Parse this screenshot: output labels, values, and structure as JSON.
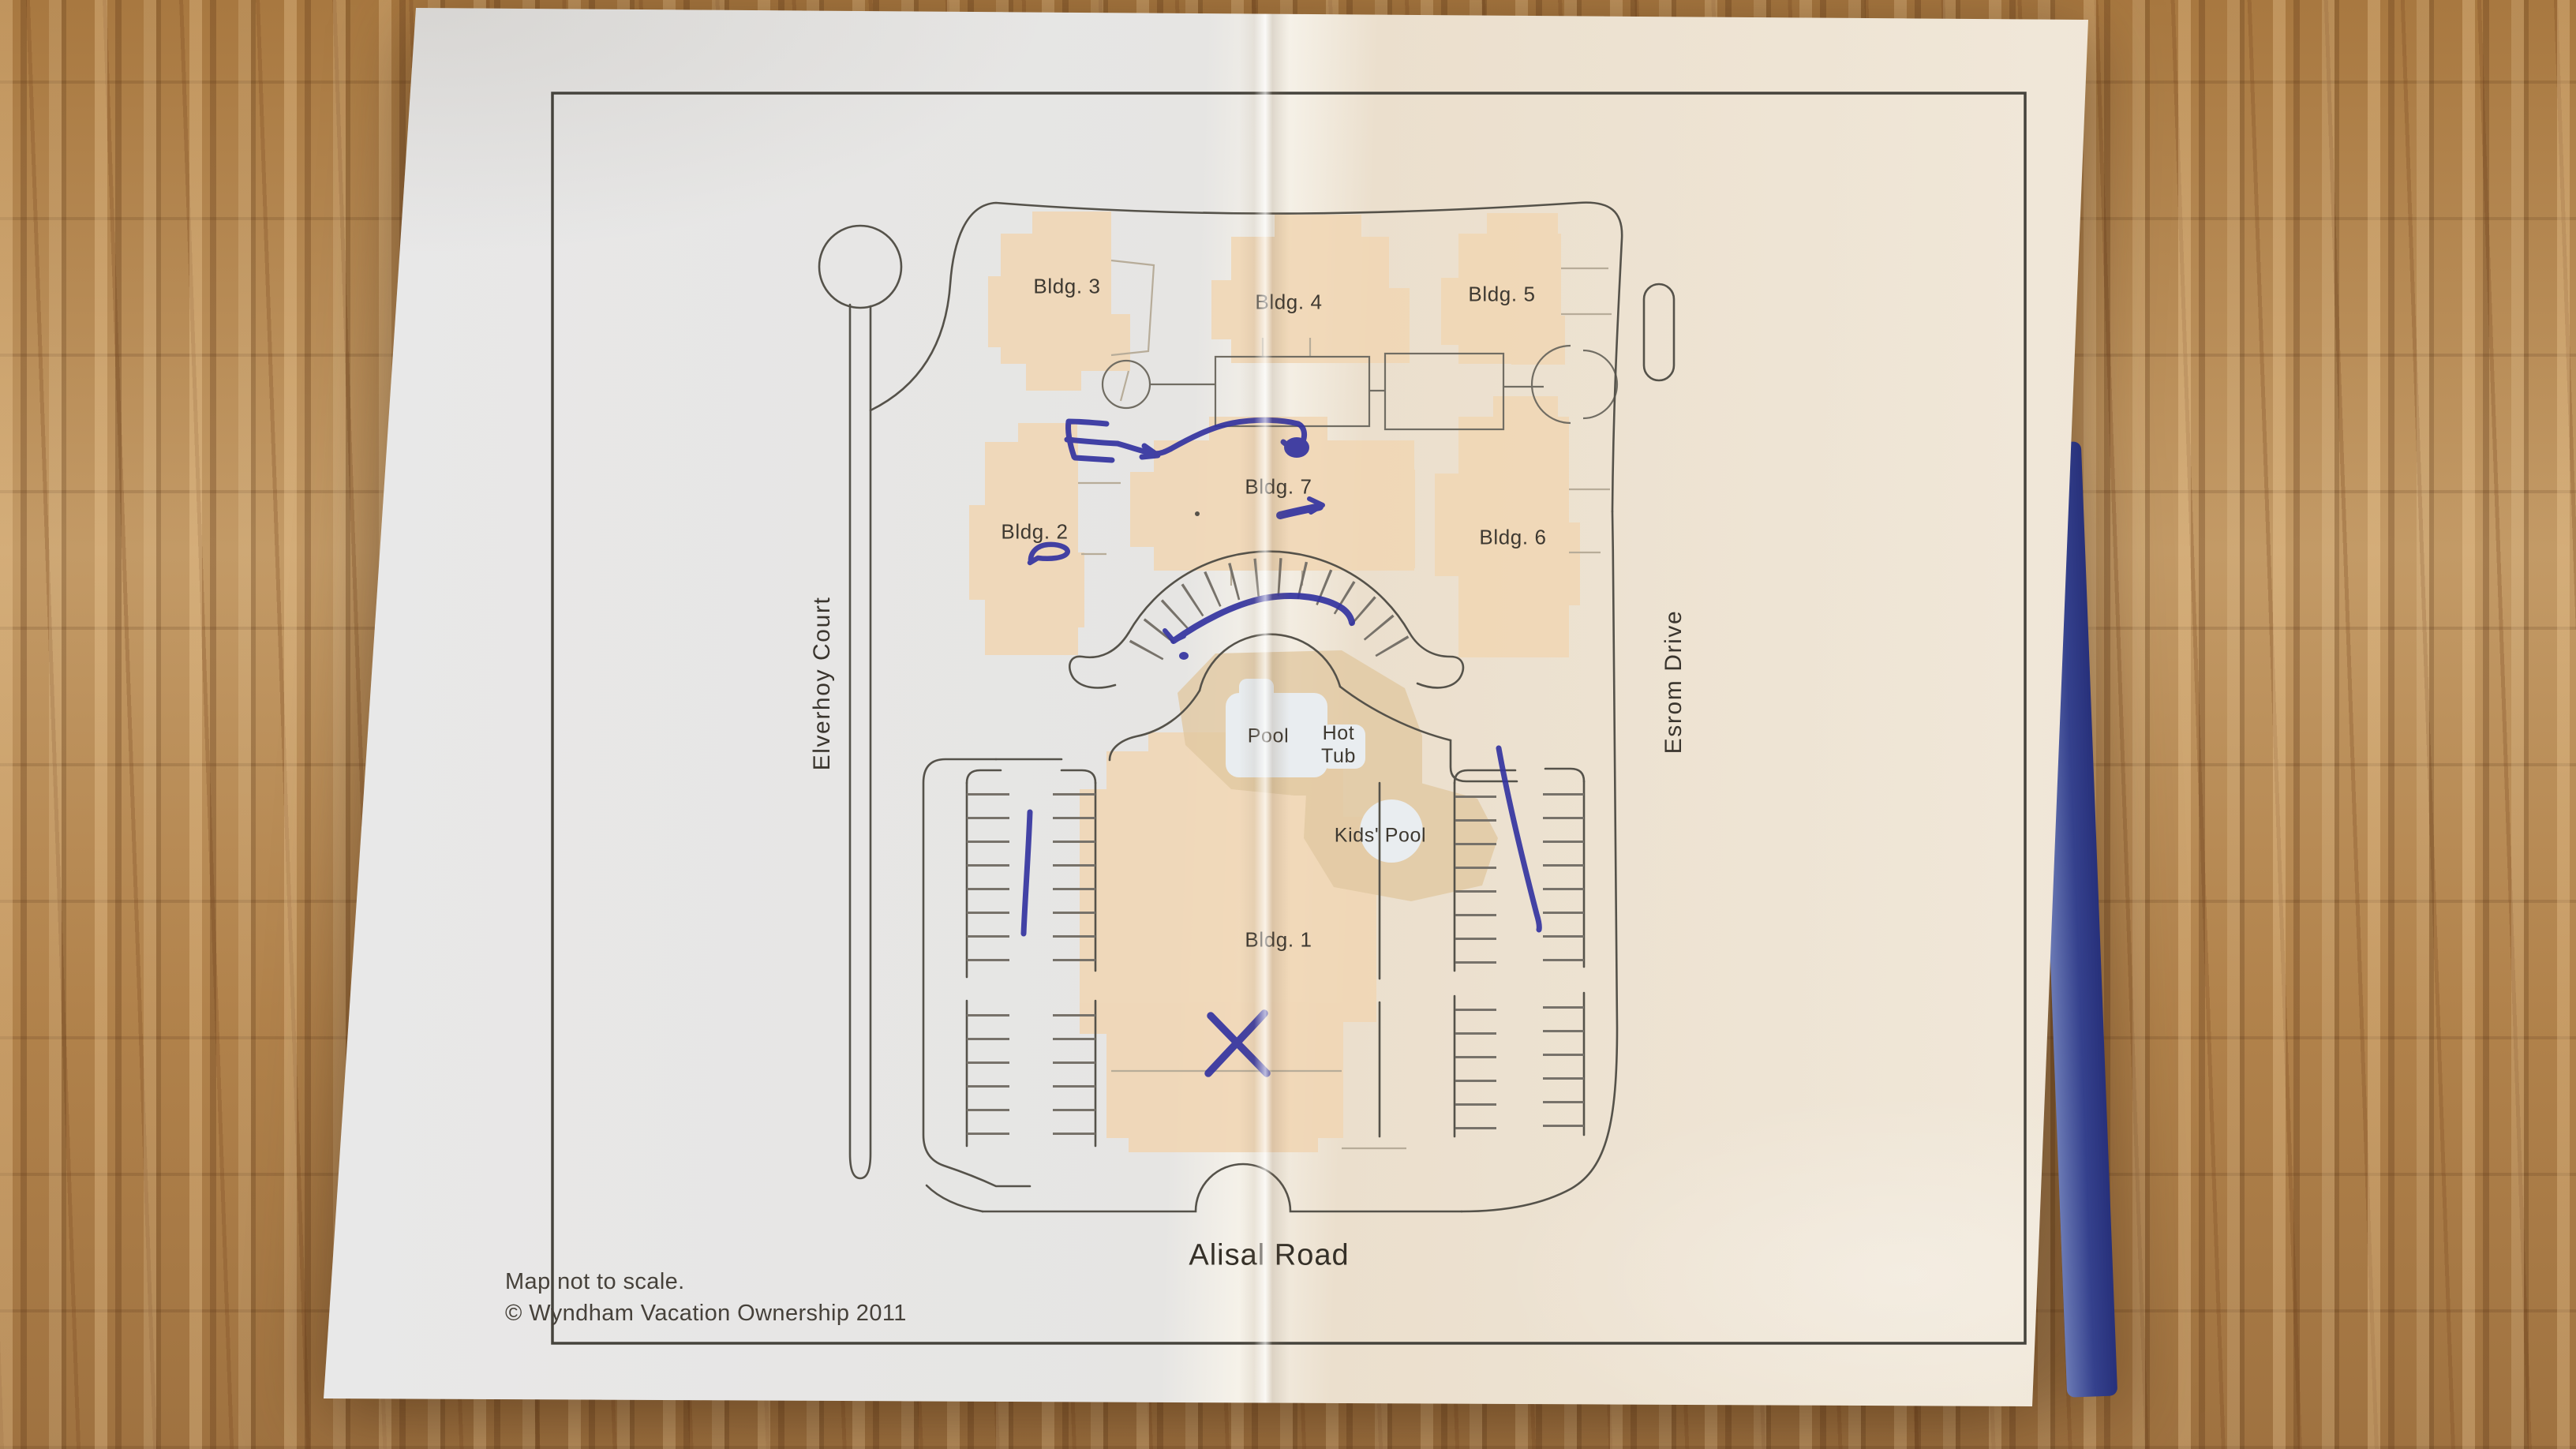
{
  "map": {
    "buildings": {
      "b1": "Bldg. 1",
      "b2": "Bldg. 2",
      "b3": "Bldg. 3",
      "b4": "Bldg. 4",
      "b5": "Bldg. 5",
      "b6": "Bldg. 6",
      "b7": "Bldg. 7"
    },
    "amenities": {
      "pool": "Pool",
      "hot_tub": "Hot\nTub",
      "kids_pool": "Kids' Pool"
    },
    "streets": {
      "west": "Elverhoy Court",
      "east": "Esrom Drive",
      "south": "Alisal Road"
    },
    "footer": {
      "disclaimer": "Map not to scale.",
      "copyright": "© Wyndham Vacation Ownership 2011"
    },
    "colors": {
      "building_fill": "#f1d6b4",
      "deck_fill": "#e2c9a2",
      "pool_fill": "#e9edf0",
      "road_line": "#55524a",
      "pen_ink": "#3434a0",
      "paper": "#e9e7e3",
      "wood": "#b1814e"
    },
    "pen_annotations": [
      "bracket-and-route-arrow-to-bldg-7",
      "underline-arrow-below-bldg-7",
      "squiggle-below-bldg-2",
      "stroke-along-arc-drive",
      "stroke-in-west-parking-aisle",
      "stroke-in-east-parking-aisle",
      "x-mark-at-bldg-1-south-entrance"
    ]
  }
}
